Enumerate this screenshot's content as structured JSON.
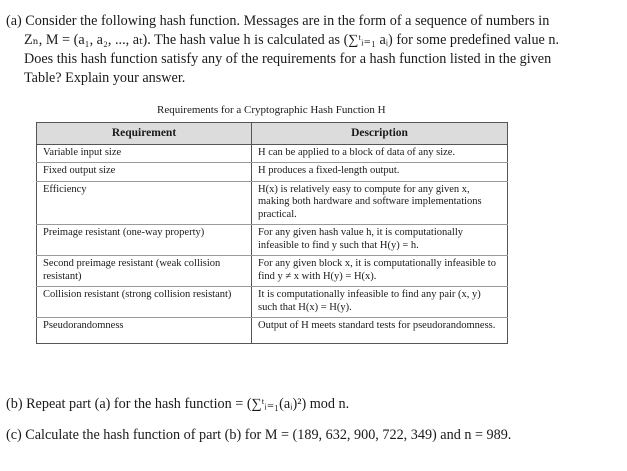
{
  "part_a": {
    "line1": "(a) Consider the following hash function. Messages are in the form of a sequence of numbers in",
    "line2": "Zₙ, M = (a₁, a₂, ..., aₜ). The hash value h is calculated as (∑ᵗᵢ₌₁ aᵢ) for some predefined value n.",
    "line3": "Does this hash function satisfy any of the requirements for a hash function listed in the given",
    "line4": "Table? Explain your answer."
  },
  "table": {
    "caption": "Requirements for a Cryptographic Hash Function H",
    "header": {
      "requirement": "Requirement",
      "description": "Description"
    },
    "rows": [
      {
        "requirement": "Variable input size",
        "description": "H can be applied to a block of data of any size."
      },
      {
        "requirement": "Fixed output size",
        "description": "H produces a fixed-length output."
      },
      {
        "requirement": "Efficiency",
        "description": "H(x) is relatively easy to compute for any given x, making both hardware and software implementations practical."
      },
      {
        "requirement": "Preimage resistant (one-way property)",
        "description": "For any given hash value h, it is computationally infeasible to find y such that H(y) = h."
      },
      {
        "requirement": "Second preimage resistant (weak collision resistant)",
        "description": "For any given block x, it is computationally infeasible to find y ≠ x with H(y) = H(x)."
      },
      {
        "requirement": "Collision resistant (strong collision resistant)",
        "description": "It is computationally infeasible to find any pair (x, y) such that H(x) = H(y)."
      },
      {
        "requirement": "Pseudorandomness",
        "description": "Output of H meets standard tests for pseudorandomness."
      }
    ]
  },
  "part_b": "(b) Repeat part (a) for the hash function = (∑ᵗᵢ₌₁(aᵢ)²) mod n.",
  "part_c": "(c) Calculate the hash function of part (b) for M = (189, 632, 900, 722, 349) and n = 989."
}
